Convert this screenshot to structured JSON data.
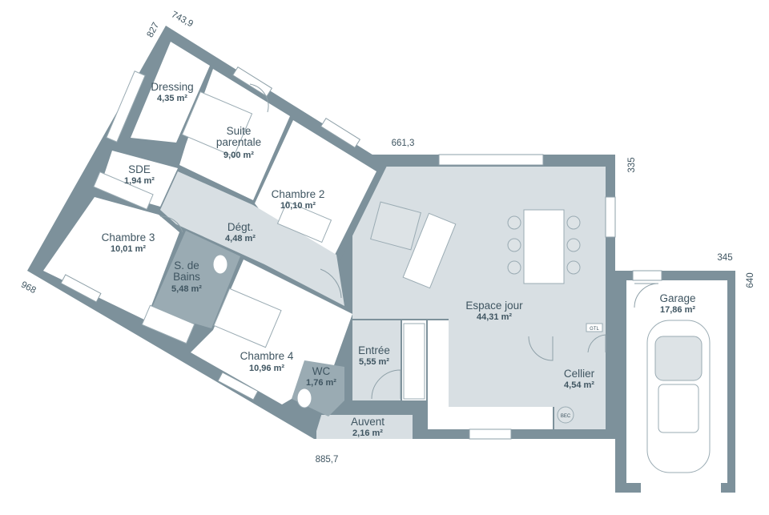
{
  "rooms": {
    "dressing": {
      "name": "Dressing",
      "area": "4,35 m²"
    },
    "suite": {
      "name_line1": "Suite",
      "name_line2": "parentale",
      "area": "9,00 m²"
    },
    "sde": {
      "name": "SDE",
      "area": "1,94 m²"
    },
    "chambre2": {
      "name": "Chambre 2",
      "area": "10,10 m²"
    },
    "chambre3": {
      "name": "Chambre 3",
      "area": "10,01 m²"
    },
    "degt": {
      "name": "Dégt.",
      "area": "4,48 m²"
    },
    "sdb": {
      "name_line1": "S. de",
      "name_line2": "Bains",
      "area": "5,48 m²"
    },
    "chambre4": {
      "name": "Chambre 4",
      "area": "10,96 m²"
    },
    "espace": {
      "name": "Espace jour",
      "area": "44,31 m²"
    },
    "entree": {
      "name": "Entrée",
      "area": "5,55 m²"
    },
    "wc": {
      "name": "WC",
      "area": "1,76 m²"
    },
    "auvent": {
      "name": "Auvent",
      "area": "2,16 m²"
    },
    "cellier": {
      "name": "Cellier",
      "area": "4,54 m²"
    },
    "garage": {
      "name": "Garage",
      "area": "17,86 m²"
    }
  },
  "dimensions": {
    "d827": "827",
    "d743": "743,9",
    "d661": "661,3",
    "d335": "335",
    "d345": "345",
    "d640": "640",
    "d968": "968",
    "d885": "885,7"
  },
  "labels": {
    "gtl": "GTL",
    "bec": "BEC"
  },
  "colors": {
    "wall": "#7d919b",
    "floor_living": "#d8dfe3",
    "floor_bath": "#9aabb3",
    "text": "#3f5561"
  }
}
